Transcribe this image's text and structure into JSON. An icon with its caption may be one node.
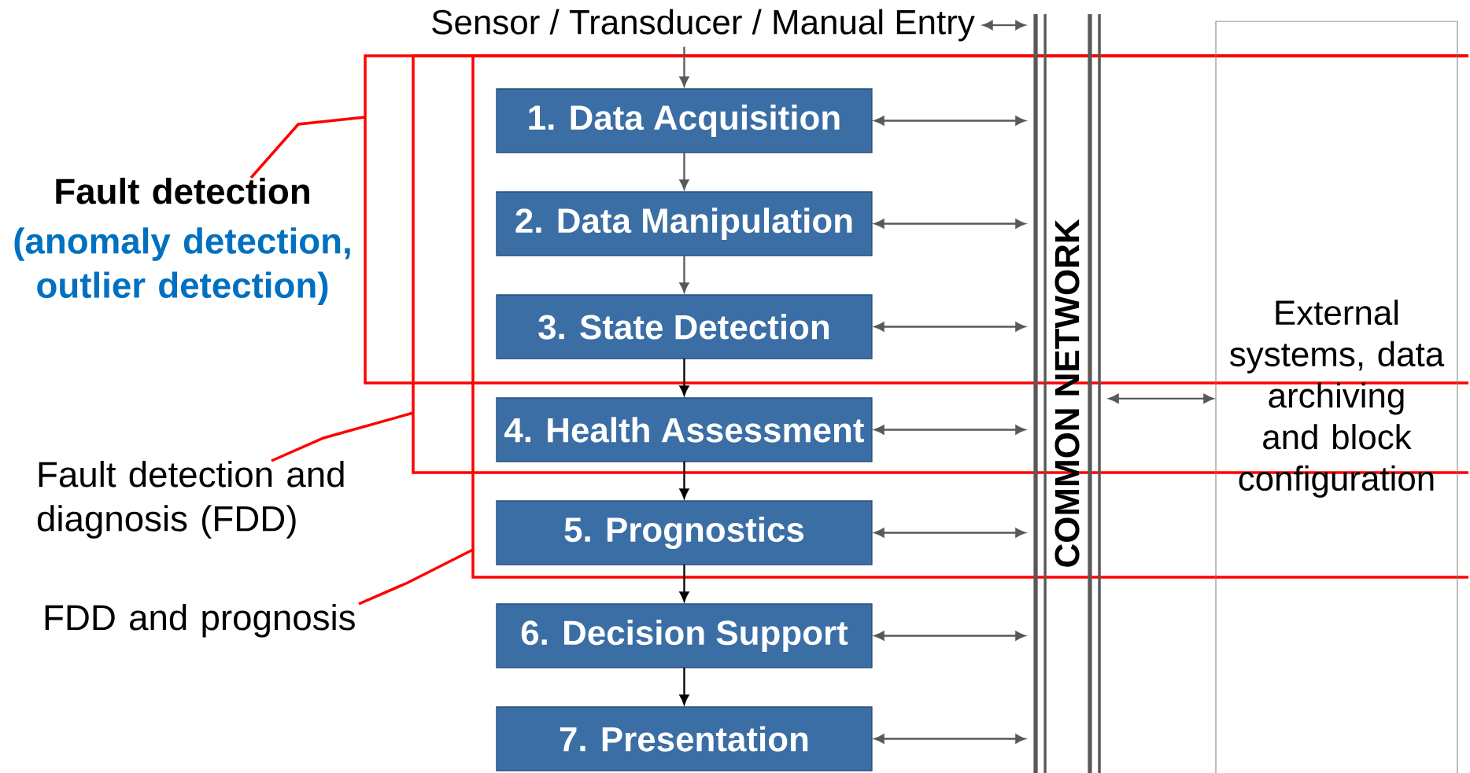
{
  "diagram": {
    "nodes": [
      {
        "text": [
          "Sensor / Transducer / Manual Entry"
        ]
      },
      {
        "text": [
          "1. Data Acquisition"
        ]
      },
      {
        "text": [
          "2. Data Manipulation"
        ]
      },
      {
        "text": [
          "3. State Detection"
        ]
      },
      {
        "text": [
          "4. Health Assessment"
        ]
      },
      {
        "text": [
          "5. Prognostics"
        ]
      },
      {
        "text": [
          "6. Decision Support"
        ]
      },
      {
        "text": [
          "7. Presentation"
        ]
      },
      {
        "text": [
          "COMMON NETWORK"
        ]
      },
      {
        "text": [
          "External systems, data archiving and block configuration"
        ]
      },
      {
        "text": [
          "Fault detection",
          "(anomaly detection, outlier detection)"
        ]
      },
      {
        "text": [
          "Fault detection and diagnosis (FDD)"
        ]
      },
      {
        "text": [
          "FDD and prognosis"
        ]
      }
    ],
    "edges": [
      {
        "from": 0,
        "to": 1,
        "arrow": "to"
      },
      {
        "from": 1,
        "to": 2,
        "arrow": "to"
      },
      {
        "from": 2,
        "to": 3,
        "arrow": "to"
      },
      {
        "from": 3,
        "to": 4,
        "arrow": "to",
        "color": "#000000"
      },
      {
        "from": 4,
        "to": 5,
        "arrow": "to",
        "color": "#000000"
      },
      {
        "from": 5,
        "to": 6,
        "arrow": "to",
        "color": "#000000"
      },
      {
        "from": 6,
        "to": 7,
        "arrow": "to",
        "color": "#000000"
      },
      {
        "from": 1,
        "to": 8,
        "arrow": "both"
      },
      {
        "from": 2,
        "to": 8,
        "arrow": "both"
      },
      {
        "from": 3,
        "to": 8,
        "arrow": "both"
      },
      {
        "from": 4,
        "to": 8,
        "arrow": "both"
      },
      {
        "from": 5,
        "to": 8,
        "arrow": "both"
      },
      {
        "from": 6,
        "to": 8,
        "arrow": "both"
      },
      {
        "from": 7,
        "to": 8,
        "arrow": "both"
      },
      {
        "from": 0,
        "to": 8,
        "arrow": "both"
      },
      {
        "from": 8,
        "to": 9,
        "arrow": "both"
      },
      {
        "from": 10,
        "to": null,
        "arrow": "none",
        "color": "#ff0000"
      },
      {
        "from": 11,
        "to": null,
        "arrow": "none",
        "color": "#ff0000"
      },
      {
        "from": 12,
        "to": null,
        "arrow": "none",
        "color": "#ff0000"
      }
    ]
  }
}
